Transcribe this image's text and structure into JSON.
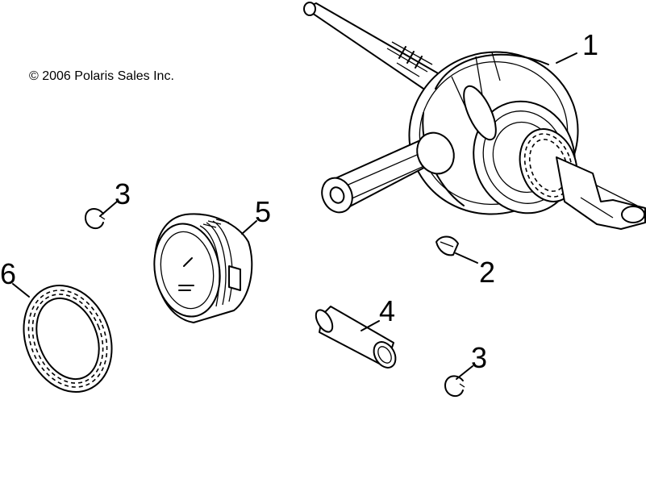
{
  "copyright": "© 2006 Polaris Sales Inc.",
  "callouts": {
    "crankshaft": "1",
    "woodruff_key": "2",
    "circlip_top": "3",
    "circlip_bottom": "3",
    "piston_pin": "4",
    "piston": "5",
    "piston_ring_set": "6"
  }
}
